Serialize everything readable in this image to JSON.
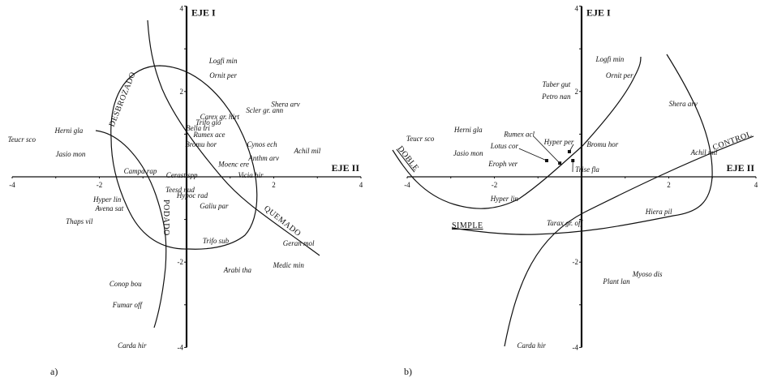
{
  "chart_data": [
    {
      "type": "scatter",
      "panel_label": "a)",
      "xlabel": "EJE II",
      "ylabel": "EJE I",
      "xlim": [
        -4,
        4
      ],
      "ylim": [
        -4,
        4
      ],
      "x_ticks": [
        "-4",
        "-2",
        "2",
        "4"
      ],
      "y_ticks": [
        "4",
        "2",
        "-2",
        "-4"
      ],
      "grid": false,
      "groups": [
        "DESBROZADO",
        "PODADO",
        "QUEMADO"
      ],
      "points": [
        {
          "label": "Logfi min",
          "x": 0.84,
          "y": 2.72
        },
        {
          "label": "Ornit per",
          "x": 0.84,
          "y": 2.38
        },
        {
          "label": "Shera arv",
          "x": 2.27,
          "y": 1.7
        },
        {
          "label": "Scler gr. ann",
          "x": 1.79,
          "y": 1.56
        },
        {
          "label": "Carex gr. hirt",
          "x": 0.76,
          "y": 1.41
        },
        {
          "label": "Trifo glo",
          "x": 0.5,
          "y": 1.27
        },
        {
          "label": "Bella tri",
          "x": 0.26,
          "y": 1.14
        },
        {
          "label": "Rumex ace",
          "x": 0.52,
          "y": 0.99
        },
        {
          "label": "Bromu hor",
          "x": 0.33,
          "y": 0.76
        },
        {
          "label": "Cynos ech",
          "x": 1.73,
          "y": 0.76
        },
        {
          "label": "Achil mil",
          "x": 2.77,
          "y": 0.61
        },
        {
          "label": "Anthm arv",
          "x": 1.77,
          "y": 0.44
        },
        {
          "label": "Moenc ere",
          "x": 1.08,
          "y": 0.29
        },
        {
          "label": "Vicia hir",
          "x": 1.47,
          "y": 0.04
        },
        {
          "label": "Cerast spp",
          "x": -0.11,
          "y": 0.04
        },
        {
          "label": "Campa rap",
          "x": -1.06,
          "y": 0.13
        },
        {
          "label": "Herni gla",
          "x": -2.7,
          "y": 1.08
        },
        {
          "label": "Teucr sco",
          "x": -3.78,
          "y": 0.87
        },
        {
          "label": "Jasio mon",
          "x": -2.66,
          "y": 0.53
        },
        {
          "label": "Teesd nud",
          "x": -0.15,
          "y": -0.3
        },
        {
          "label": "Hypoc rad",
          "x": 0.13,
          "y": -0.44
        },
        {
          "label": "Hyper lin",
          "x": -1.82,
          "y": -0.53
        },
        {
          "label": "Avena sat",
          "x": -1.77,
          "y": -0.74
        },
        {
          "label": "Galiu par",
          "x": 0.63,
          "y": -0.68
        },
        {
          "label": "Thaps vil",
          "x": -2.46,
          "y": -1.05
        },
        {
          "label": "Trifo sub",
          "x": 0.67,
          "y": -1.5
        },
        {
          "label": "Geran mol",
          "x": 2.57,
          "y": -1.56
        },
        {
          "label": "Medic min",
          "x": 2.34,
          "y": -2.07
        },
        {
          "label": "Arabi tha",
          "x": 1.17,
          "y": -2.19
        },
        {
          "label": "Conop bou",
          "x": -1.4,
          "y": -2.51
        },
        {
          "label": "Fumar off",
          "x": -1.36,
          "y": -3.0
        },
        {
          "label": "Carda hir",
          "x": -1.25,
          "y": -3.95
        }
      ]
    },
    {
      "type": "scatter",
      "panel_label": "b)",
      "xlabel": "EJE II",
      "ylabel": "EJE I",
      "xlim": [
        -4,
        4
      ],
      "ylim": [
        -4,
        4
      ],
      "x_ticks": [
        "-4",
        "-2",
        "2",
        "4"
      ],
      "y_ticks": [
        "4",
        "2",
        "-2",
        "-4"
      ],
      "grid": false,
      "groups": [
        "DOBLE",
        "SIMPLE",
        "CONTROL"
      ],
      "points": [
        {
          "label": "Logfi min",
          "x": 0.65,
          "y": 2.76
        },
        {
          "label": "Ornit per",
          "x": 0.87,
          "y": 2.38
        },
        {
          "label": "Tuber gut",
          "x": -0.58,
          "y": 2.17
        },
        {
          "label": "Petro nan",
          "x": -0.58,
          "y": 1.88
        },
        {
          "label": "Shera arv",
          "x": 2.33,
          "y": 1.71
        },
        {
          "label": "Herni gla",
          "x": -2.6,
          "y": 1.1
        },
        {
          "label": "Teucr sco",
          "x": -3.7,
          "y": 0.89
        },
        {
          "label": "Rumex acl",
          "x": -1.43,
          "y": 1.0,
          "mx": -0.5,
          "my": 0.32
        },
        {
          "label": "Lotus cor",
          "x": -1.77,
          "y": 0.72,
          "mx": -0.8,
          "my": 0.38
        },
        {
          "label": "Hyper per",
          "x": -0.52,
          "y": 0.82,
          "mx": -0.28,
          "my": 0.59
        },
        {
          "label": "Bromu hor",
          "x": 0.48,
          "y": 0.76
        },
        {
          "label": "Jasio mon",
          "x": -2.6,
          "y": 0.55
        },
        {
          "label": "Achil mil",
          "x": 2.81,
          "y": 0.57
        },
        {
          "label": "Eroph ver",
          "x": -1.8,
          "y": 0.3
        },
        {
          "label": "Trise fla",
          "x": 0.13,
          "y": 0.17,
          "mx": -0.2,
          "my": 0.38
        },
        {
          "label": "Hyper lin",
          "x": -1.77,
          "y": -0.51
        },
        {
          "label": "Hiera pil",
          "x": 1.77,
          "y": -0.82
        },
        {
          "label": "Tarax gr. off",
          "x": -0.39,
          "y": -1.08
        },
        {
          "label": "Myoso dis",
          "x": 1.51,
          "y": -2.28
        },
        {
          "label": "Plant lan",
          "x": 0.8,
          "y": -2.45
        },
        {
          "label": "Carda hir",
          "x": -1.15,
          "y": -3.95
        }
      ]
    }
  ]
}
